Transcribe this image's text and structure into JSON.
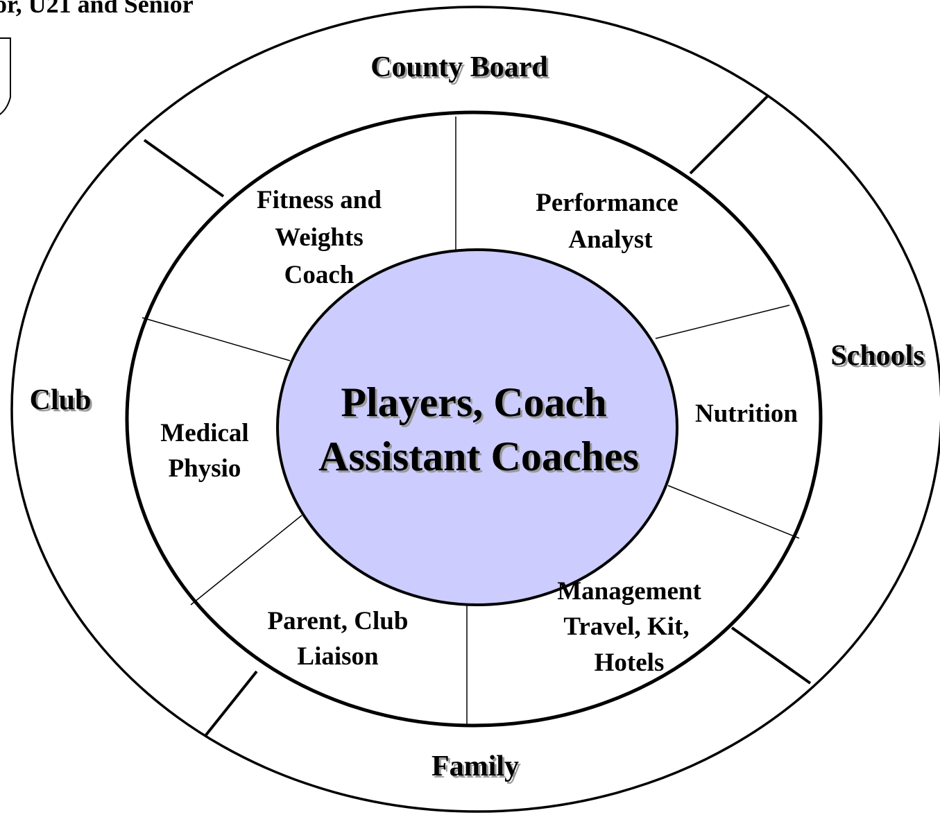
{
  "header": {
    "title_fragment": "or, U21 and Senior"
  },
  "colors": {
    "stroke": "#000000",
    "center_fill": "#ccccff",
    "background": "#ffffff"
  },
  "center": {
    "line1": "Players, Coach",
    "line2": "Assistant Coaches"
  },
  "outer_ring": {
    "county_board": "County Board",
    "schools": "Schools",
    "club": "Club",
    "family": "Family"
  },
  "middle_ring": {
    "fitness": {
      "line1": "Fitness and",
      "line2": "Weights",
      "line3": "Coach"
    },
    "performance": {
      "line1": "Performance",
      "line2": "Analyst"
    },
    "nutrition": {
      "line1": "Nutrition"
    },
    "medical": {
      "line1": "Medical",
      "line2": "Physio"
    },
    "parent": {
      "line1": "Parent, Club",
      "line2": "Liaison"
    },
    "management": {
      "line1": "Management",
      "line2": "Travel, Kit,",
      "line3": "Hotels"
    }
  }
}
